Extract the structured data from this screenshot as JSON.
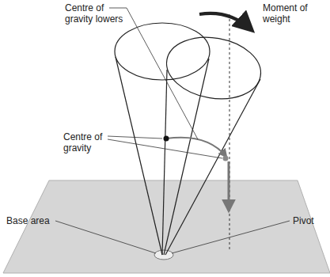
{
  "diagram": {
    "labels": [
      "Centre of gravity lowers",
      "Moment of weight",
      "Centre of gravity",
      "Base area",
      "Pivot"
    ]
  }
}
